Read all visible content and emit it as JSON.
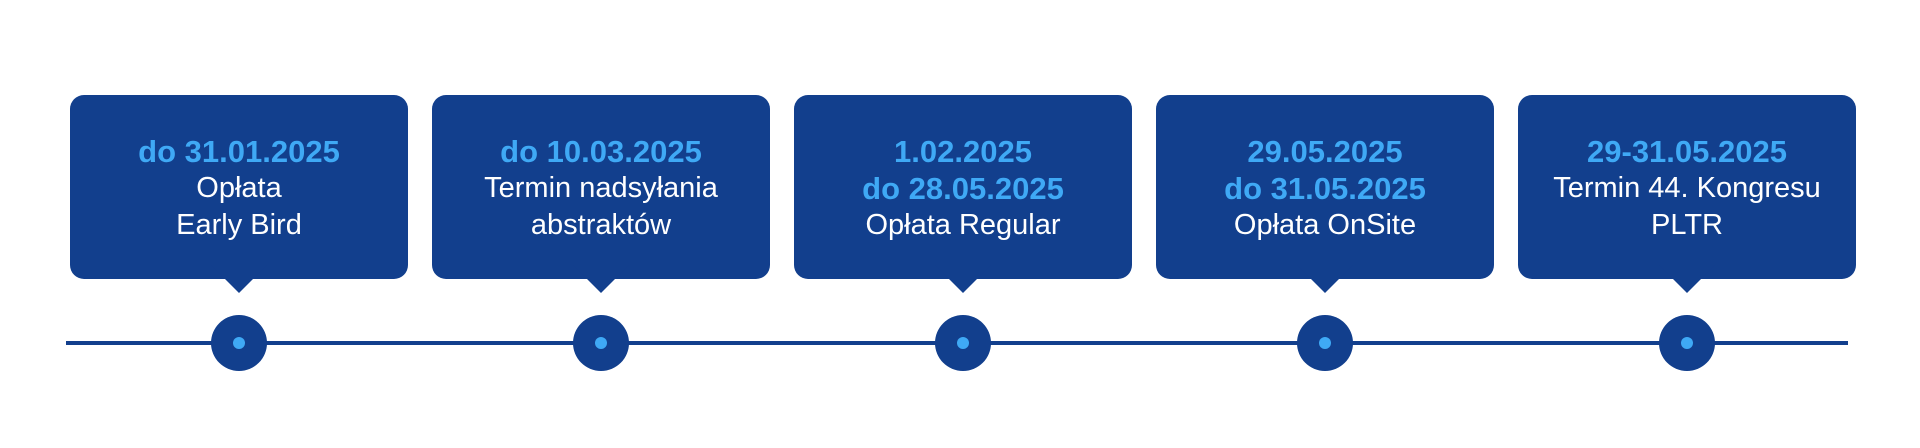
{
  "colors": {
    "card_background": "#123f8d",
    "date_text": "#3fa9f5",
    "label_text": "#ffffff",
    "line": "#123f8d",
    "marker_dot": "#3fa9f5"
  },
  "milestones": [
    {
      "dates": [
        "do 31.01.2025"
      ],
      "labels": [
        "Opłata",
        "Early Bird"
      ]
    },
    {
      "dates": [
        "do 10.03.2025"
      ],
      "labels": [
        "Termin nadsyłania",
        "abstraktów"
      ]
    },
    {
      "dates": [
        "1.02.2025",
        "do 28.05.2025"
      ],
      "labels": [
        "Opłata Regular"
      ]
    },
    {
      "dates": [
        "29.05.2025",
        "do 31.05.2025"
      ],
      "labels": [
        "Opłata OnSite"
      ]
    },
    {
      "dates": [
        "29-31.05.2025"
      ],
      "labels": [
        "Termin 44. Kongresu",
        "PLTR"
      ]
    }
  ]
}
